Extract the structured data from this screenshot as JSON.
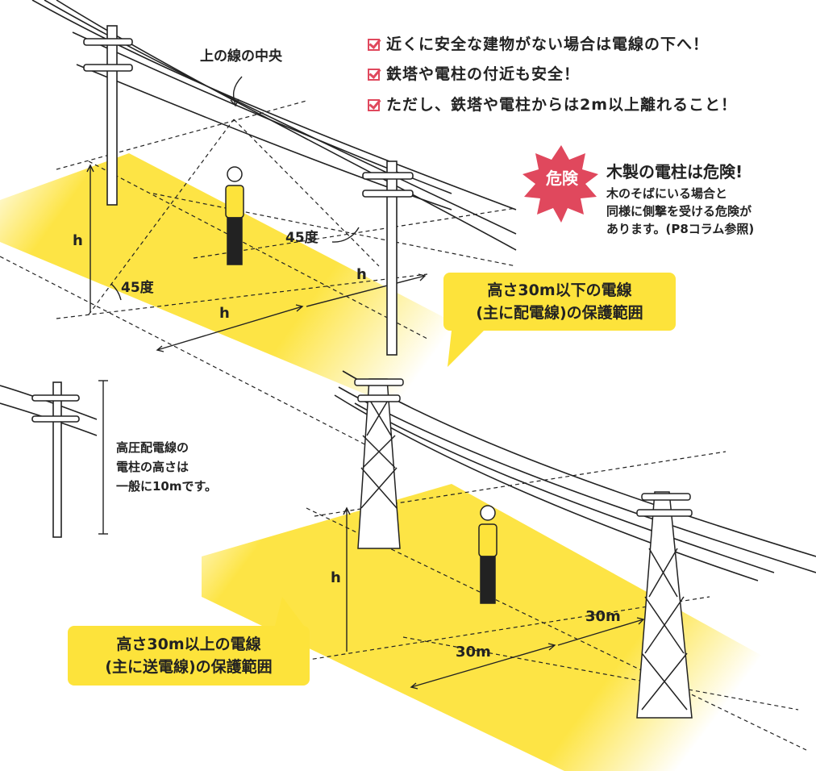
{
  "checklist": [
    "近くに安全な建物がない場合は電線の下へ！",
    "鉄塔や電柱の付近も安全！",
    "ただし、鉄塔や電柱からは2m以上離れること！"
  ],
  "danger": {
    "badge": "危険",
    "title": "木製の電柱は危険!",
    "lines": [
      "木のそばにいる場合と",
      "同様に側撃を受ける危険が",
      "あります。(P8コラム参照)"
    ]
  },
  "top_wire_label": "上の線の中央",
  "labels": {
    "h": "h",
    "angle": "45度",
    "distance_30m": "30m"
  },
  "callout_low": [
    "高さ30m以下の電線",
    "(主に配電線)の保護範囲"
  ],
  "callout_high": [
    "高さ30m以上の電線",
    "(主に送電線)の保護範囲"
  ],
  "pole_note": [
    "高圧配電線の",
    "電柱の高さは",
    "一般に10mです。"
  ],
  "colors": {
    "zone_yellow": "#fde33b",
    "check_red": "#e0485d",
    "line_dark": "#222222"
  }
}
